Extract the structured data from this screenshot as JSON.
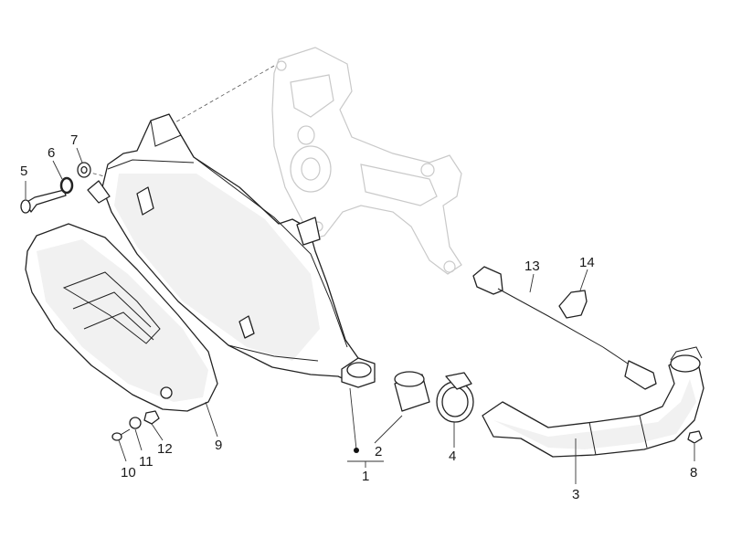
{
  "labels": {
    "p1": "1",
    "p2": "2",
    "p3": "3",
    "p4": "4",
    "p5": "5",
    "p6": "6",
    "p7": "7",
    "p8": "8",
    "p9": "9",
    "p10": "10",
    "p11": "11",
    "p12": "12",
    "p13": "13",
    "p14": "14"
  }
}
